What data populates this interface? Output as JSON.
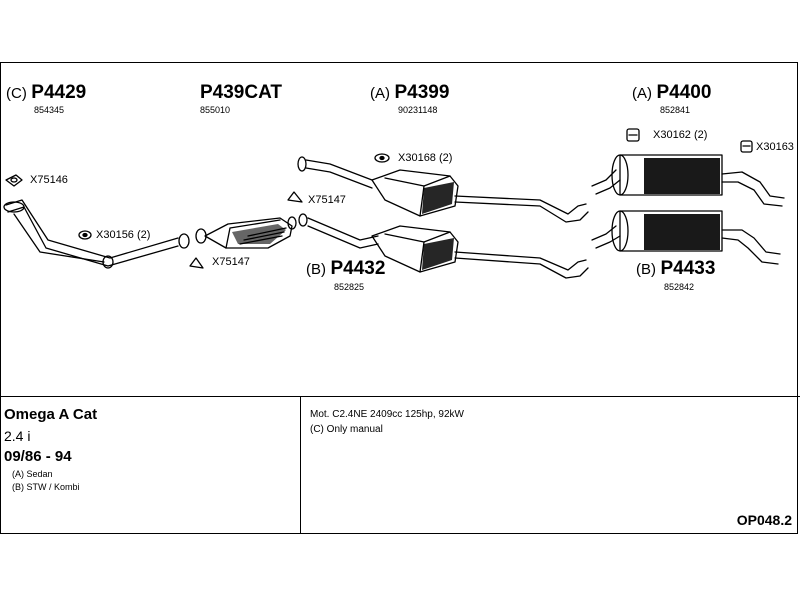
{
  "parts": [
    {
      "prefix": "(C)",
      "number": "P4429",
      "code": "854345"
    },
    {
      "prefix": "",
      "number": "P439CAT",
      "code": "855010"
    },
    {
      "prefix": "(A)",
      "number": "P4399",
      "code": "90231148"
    },
    {
      "prefix": "(A)",
      "number": "P4400",
      "code": "852841"
    },
    {
      "prefix": "(B)",
      "number": "P4432",
      "code": "852825"
    },
    {
      "prefix": "(B)",
      "number": "P4433",
      "code": "852842"
    }
  ],
  "references": [
    "X75146",
    "X30156 (2)",
    "X75147",
    "X75147",
    "X30168 (2)",
    "X30162 (2)",
    "X30163"
  ],
  "info": {
    "model": "Omega A Cat",
    "engine": "2.4 i",
    "years": "09/86 - 94",
    "variant_a": "(A) Sedan",
    "variant_b": "(B) STW / Kombi"
  },
  "notes": {
    "motor": "Mot. C2.4NE 2409cc 125hp, 92kW",
    "manual": "(C) Only manual"
  },
  "drawing_code": "OP048.2"
}
